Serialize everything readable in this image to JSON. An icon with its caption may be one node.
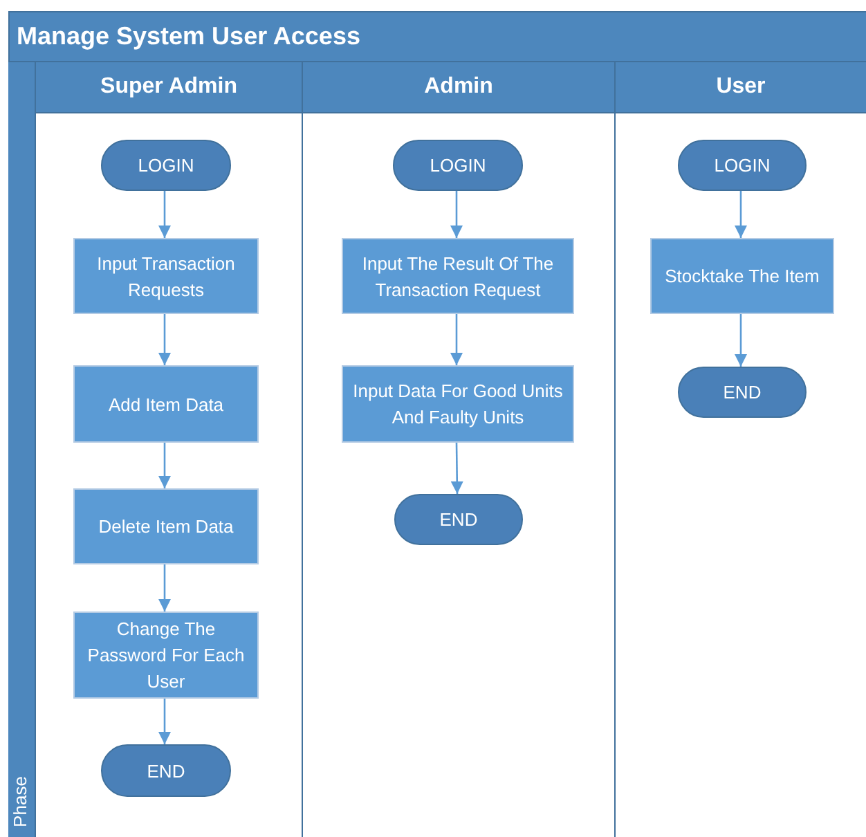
{
  "diagram": {
    "title": "Manage System User Access",
    "nodes": [
      {
        "text": [
          "Super Admin"
        ]
      },
      {
        "text": [
          "LOGIN"
        ],
        "in": 0
      },
      {
        "text": [
          "Input Transaction Requests"
        ],
        "in": 0
      },
      {
        "text": [
          "Add Item Data"
        ],
        "in": 0
      },
      {
        "text": [
          "Delete Item Data"
        ],
        "in": 0
      },
      {
        "text": [
          "Change The Password For Each User"
        ],
        "in": 0
      },
      {
        "text": [
          "END"
        ],
        "in": 0
      },
      {
        "text": [
          "Admin"
        ]
      },
      {
        "text": [
          "LOGIN"
        ],
        "in": 7
      },
      {
        "text": [
          "Input The Result Of The Transaction Request"
        ],
        "in": 7
      },
      {
        "text": [
          "Input Data For Good Units And Faulty Units"
        ],
        "in": 7
      },
      {
        "text": [
          "END"
        ],
        "in": 7
      },
      {
        "text": [
          "User"
        ]
      },
      {
        "text": [
          "LOGIN"
        ],
        "in": 12
      },
      {
        "text": [
          "Stocktake The Item"
        ],
        "in": 12
      },
      {
        "text": [
          "END"
        ],
        "in": 12
      }
    ],
    "edges": [
      {
        "from": 1,
        "to": 2,
        "arrow": "to"
      },
      {
        "from": 2,
        "to": 3,
        "arrow": "to"
      },
      {
        "from": 3,
        "to": 4,
        "arrow": "to"
      },
      {
        "from": 4,
        "to": 5,
        "arrow": "to"
      },
      {
        "from": 5,
        "to": 6,
        "arrow": "to"
      },
      {
        "from": 8,
        "to": 9,
        "arrow": "to"
      },
      {
        "from": 9,
        "to": 10,
        "arrow": "to"
      },
      {
        "from": 10,
        "to": 11,
        "arrow": "to"
      },
      {
        "from": 13,
        "to": 14,
        "arrow": "to"
      },
      {
        "from": 14,
        "to": 15,
        "arrow": "to"
      }
    ],
    "labels": [
      "Phase"
    ]
  }
}
